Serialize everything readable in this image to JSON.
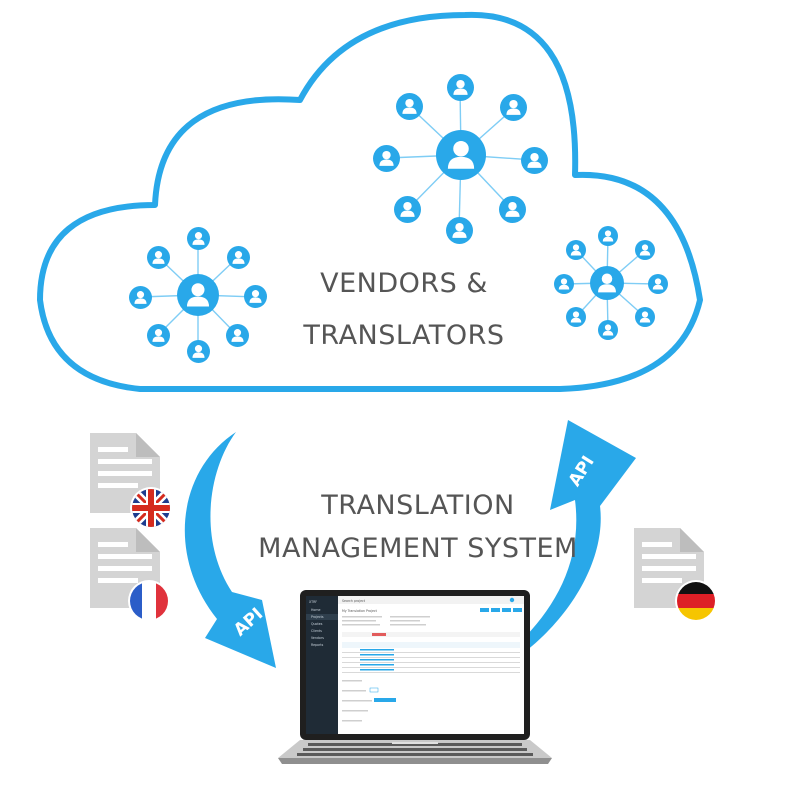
{
  "cloud_label": {
    "line1": "VENDORS &",
    "line2": "TRANSLATORS"
  },
  "center_label": {
    "line1": "TRANSLATION",
    "line2": "MANAGEMENT SYSTEM"
  },
  "arrows": {
    "left_label": "API",
    "right_label": "API"
  },
  "laptop_screen": {
    "logo": "XTRF",
    "search_placeholder": "Search project",
    "page_title": "My Translation Project",
    "sidebar_items": [
      "Home",
      "Projects",
      "Quotes",
      "Clients",
      "Vendors",
      "Reports"
    ]
  },
  "colors": {
    "accent": "#29A8E9",
    "accent_light": "#7fcdf5",
    "text": "#555555",
    "doc": "#d4d4d4",
    "screen_sidebar": "#1f2b36"
  },
  "icons": {
    "person": "person-icon",
    "doc": "document-icon",
    "flag_uk": "uk-flag-icon",
    "flag_fr": "france-flag-icon",
    "flag_de": "germany-flag-icon"
  }
}
